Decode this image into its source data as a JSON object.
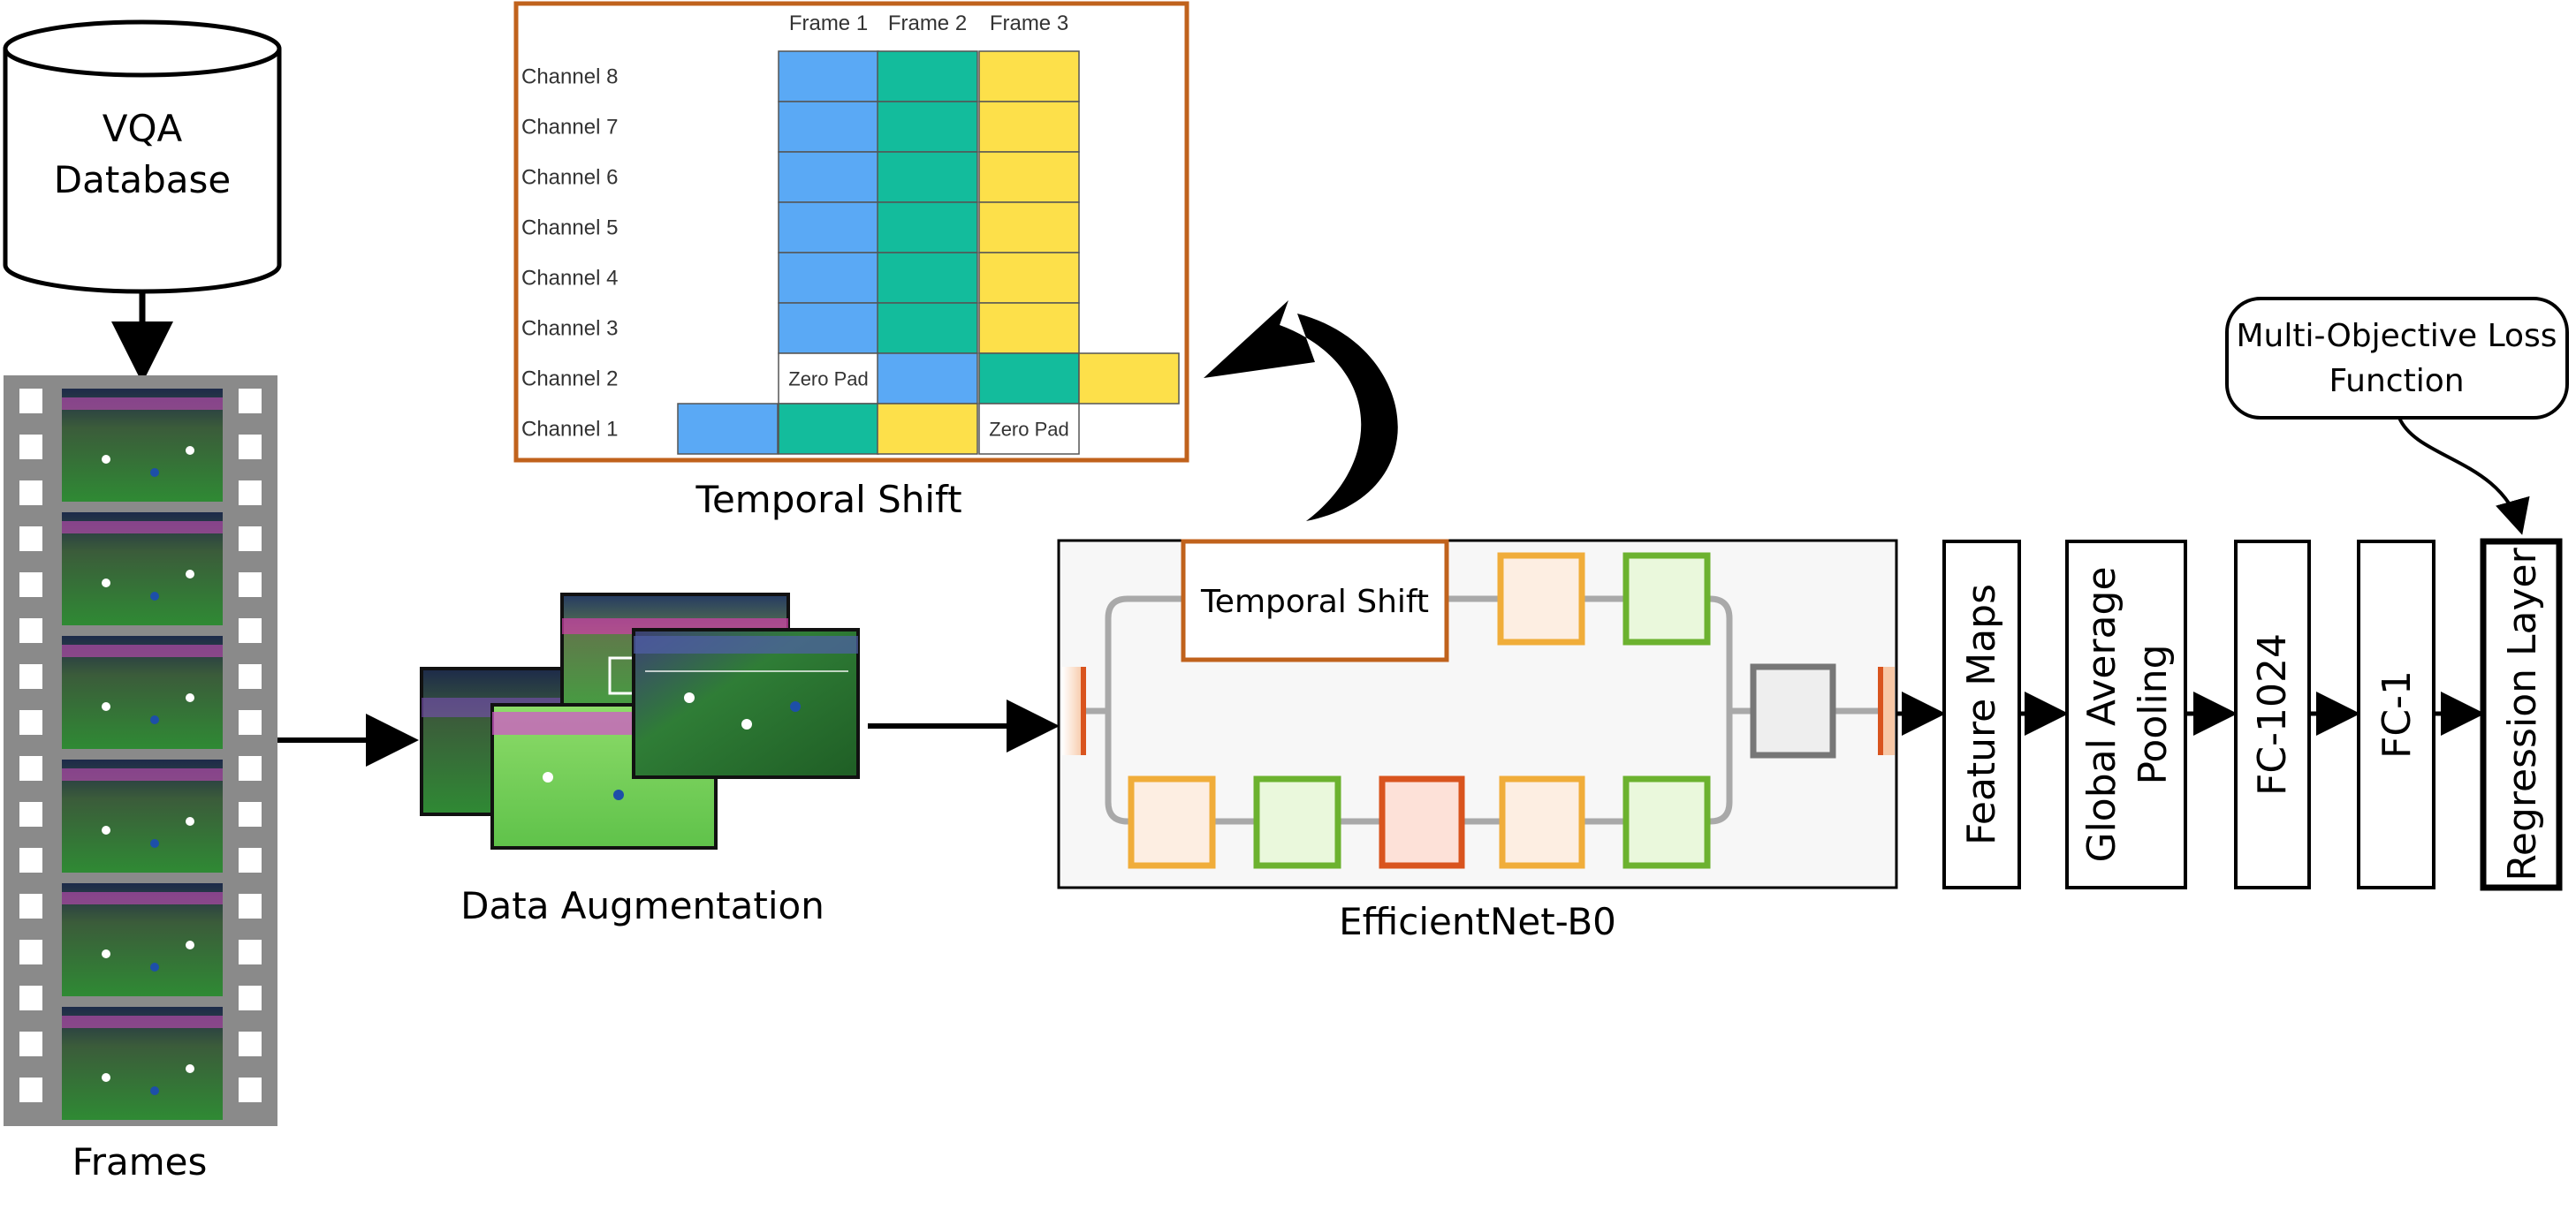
{
  "database": {
    "label_line1": "VQA",
    "label_line2": "Database"
  },
  "frames": {
    "label": "Frames",
    "count": 6
  },
  "data_augmentation": {
    "label": "Data Augmentation"
  },
  "temporal_shift_panel": {
    "title": "Temporal Shift",
    "frame_headers": [
      "Frame 1",
      "Frame 2",
      "Frame 3"
    ],
    "channels": [
      "Channel 8",
      "Channel 7",
      "Channel 6",
      "Channel 5",
      "Channel 4",
      "Channel 3",
      "Channel 2",
      "Channel 1"
    ],
    "zero_pad_label": "Zero Pad",
    "colors": {
      "frame1": "#5aa9f5",
      "frame2": "#13bc9c",
      "frame3": "#fde04a",
      "border": "#c0621c"
    }
  },
  "efficientnet": {
    "label": "EfficientNet-B0",
    "temporal_shift_block": "Temporal Shift",
    "block_colors": {
      "orange": "#f0ad3a",
      "green": "#6cb22f",
      "red": "#d9541e",
      "gray": "#777777"
    }
  },
  "pipeline": {
    "feature_maps": "Feature Maps",
    "gap_line1": "Global Average",
    "gap_line2": "Pooling",
    "fc1024": "FC-1024",
    "fc1": "FC-1",
    "regression": "Regression Layer"
  },
  "loss": {
    "line1": "Multi-Objective Loss",
    "line2": "Function"
  }
}
